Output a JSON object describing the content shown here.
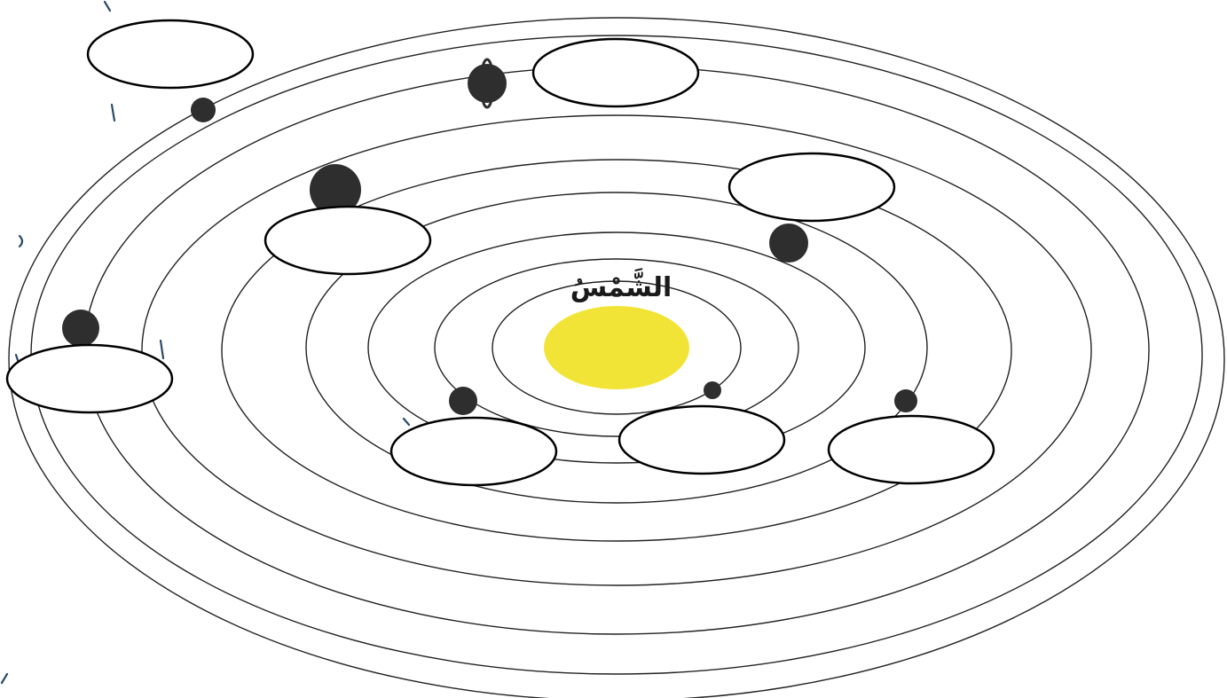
{
  "diagram": {
    "sun_label": "الشَّمْسُ",
    "colors": {
      "sun": "#f2e436",
      "planet": "#2e2e2e",
      "orbit": "#222222",
      "label_box_fill": "#ffffff",
      "label_box_stroke": "#000000"
    },
    "label_boxes": [
      {
        "id": "box-1",
        "value": ""
      },
      {
        "id": "box-2",
        "value": ""
      },
      {
        "id": "box-3",
        "value": ""
      },
      {
        "id": "box-4",
        "value": ""
      },
      {
        "id": "box-5",
        "value": ""
      },
      {
        "id": "box-6",
        "value": ""
      },
      {
        "id": "box-7",
        "value": ""
      },
      {
        "id": "box-8",
        "value": ""
      }
    ]
  }
}
